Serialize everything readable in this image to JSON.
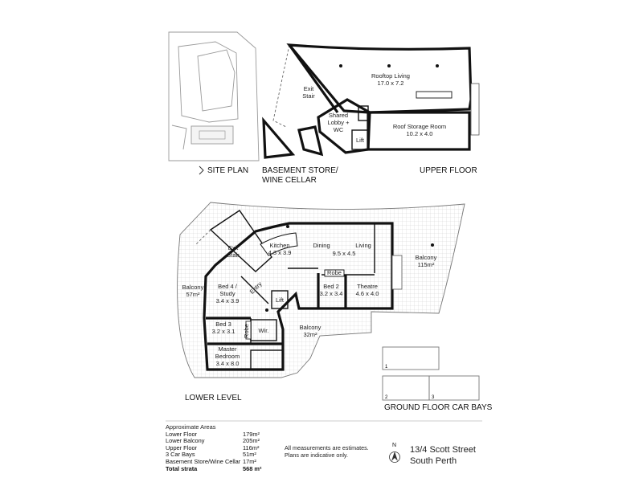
{
  "titles": {
    "site_plan": "SITE PLAN",
    "basement": [
      "BASEMENT STORE/",
      "WINE CELLAR"
    ],
    "upper_floor": "UPPER FLOOR",
    "lower_level": "LOWER LEVEL",
    "car_bays": "GROUND FLOOR CAR BAYS"
  },
  "upper_rooms": {
    "rooftop": [
      "Rooftop Living",
      "17.0 x 7.2"
    ],
    "exit_stair": [
      "Exit",
      "Stair"
    ],
    "shared_lobby": [
      "Shared",
      "Lobby +",
      "WC"
    ],
    "roof_storage": [
      "Roof Storage Room",
      "10.2 x 4.0"
    ],
    "lift": "Lift"
  },
  "lower_rooms": {
    "exit_stair": [
      "Exit",
      "Stair"
    ],
    "kitchen": [
      "Kitchen",
      "4.3 x 3.9"
    ],
    "dining": "Dining",
    "living": "Living",
    "dining_living_size": "9.5 x 4.5",
    "balcony_east": [
      "Balcony",
      "115m²"
    ],
    "balcony_west": [
      "Balcony",
      "57m²"
    ],
    "bed4": [
      "Bed 4 /",
      "Study",
      "3.4 x 3.9"
    ],
    "entry": "Entry",
    "lift": "Lift",
    "robe_upper": "Robe",
    "bed2": [
      "Bed 2",
      "3.2 x 3.4"
    ],
    "theatre": [
      "Theatre",
      "4.6 x 4.0"
    ],
    "bed3": [
      "Bed 3",
      "3.2 x 3.1"
    ],
    "robe_side": "Robe",
    "wir": "Wir.",
    "balcony_south": [
      "Balcony",
      "32m²"
    ],
    "master": [
      "Master",
      "Bedroom",
      "3.4 x 8.0"
    ]
  },
  "car_bays": [
    "1",
    "2",
    "3"
  ],
  "areas": {
    "heading": "Approximate Areas",
    "rows": [
      {
        "name": "Lower Floor",
        "value": "179m²"
      },
      {
        "name": "Lower Balcony",
        "value": "205m²"
      },
      {
        "name": "Upper Floor",
        "value": "116m²"
      },
      {
        "name": "3 Car Bays",
        "value": "51m²"
      },
      {
        "name": "Basement Store/Wine Cellar",
        "value": "17m²"
      }
    ],
    "total": {
      "name": "Total strata",
      "value": "568 m²"
    }
  },
  "disclaimer": [
    "All measurements are estimates.",
    "Plans are indicative only."
  ],
  "compass_label": "N",
  "address": [
    "13/4 Scott Street",
    "South Perth"
  ],
  "colors": {
    "wall": "#111111",
    "grid": "#cccccc",
    "site": "#9a9a9a"
  }
}
